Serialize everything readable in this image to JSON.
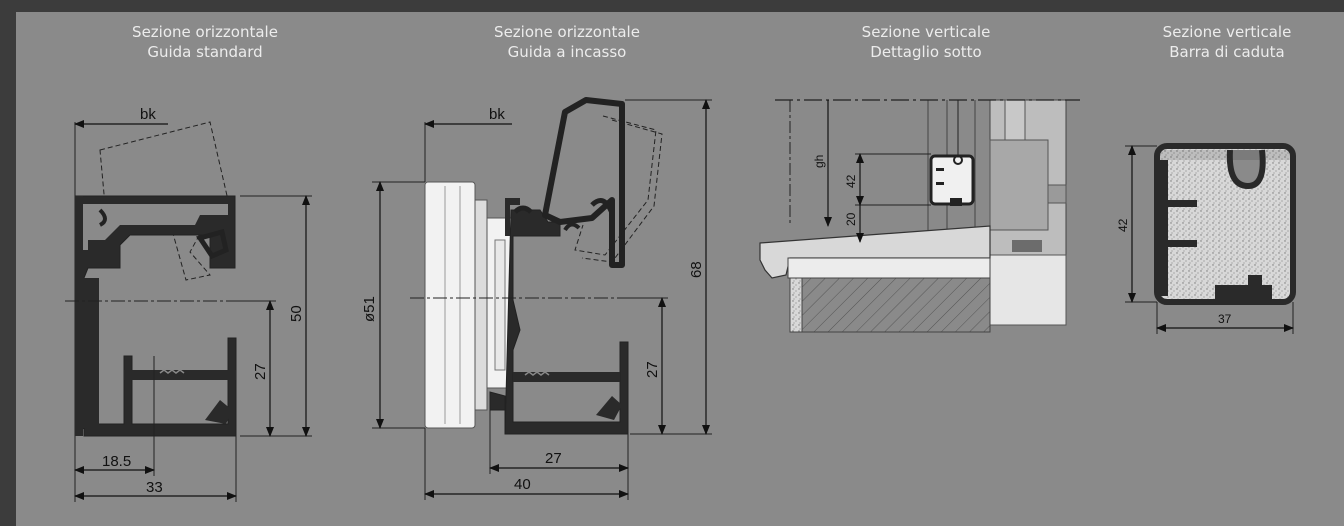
{
  "titles": [
    {
      "line1": "Sezione orizzontale",
      "line2": "Guida standard"
    },
    {
      "line1": "Sezione orizzontale",
      "line2": "Guida a incasso"
    },
    {
      "line1": "Sezione verticale",
      "line2": "Dettaglio sotto"
    },
    {
      "line1": "Sezione verticale",
      "line2": "Barra di caduta"
    }
  ],
  "dims": {
    "d1": {
      "bk": "bk",
      "h50": "50",
      "h27": "27",
      "w185": "18.5",
      "w33": "33"
    },
    "d2": {
      "bk": "bk",
      "dia": "ø51",
      "h68": "68",
      "h27": "27",
      "w27": "27",
      "w40": "40"
    },
    "d3": {
      "gh": "gh",
      "h42": "42",
      "h20": "20"
    },
    "d4": {
      "h42": "42",
      "w37": "37"
    }
  },
  "colors": {
    "background": "#8a8a8a",
    "frame": "#3c3c3c",
    "profile": "#222222",
    "title_text": "#ececec"
  }
}
